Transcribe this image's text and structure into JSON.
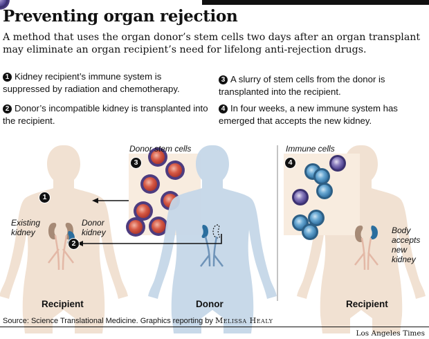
{
  "title": "Preventing organ rejection",
  "subtitle": "A method that uses the organ donor’s stem cells two days after an organ transplant may eliminate an organ recipient’s need for lifelong anti-rejection drugs.",
  "steps": [
    {
      "num": "1",
      "text": "Kidney recipient’s immune system is suppressed by radiation and chemotherapy."
    },
    {
      "num": "2",
      "text": "Donor’s incompatible kidney is transplanted into the recipient."
    },
    {
      "num": "3",
      "text": "A slurry of stem cells from the donor is transplanted into the recipient."
    },
    {
      "num": "4",
      "text": "In four weeks, a new immune system has emerged that accepts the new kidney."
    }
  ],
  "labels": {
    "donor_stem_cells": "Donor stem cells",
    "immune_cells": "Immune cells",
    "existing_kidney": "Existing kidney",
    "donor_kidney": "Donor kidney",
    "body_accepts": "Body accepts new kidney"
  },
  "captions": {
    "recipient_left": "Recipient",
    "donor": "Donor",
    "recipient_right": "Recipient"
  },
  "badges": {
    "b1": "1",
    "b2": "2",
    "b3": "3",
    "b4": "4"
  },
  "source": {
    "prefix": "Source: Science Translational Medicine. Graphics reporting by ",
    "name": "Melissa Healy"
  },
  "credit": "Los Angeles Times",
  "colors": {
    "recipient_body": "#f1e1d2",
    "donor_body": "#c5d7e8",
    "stem_cell_red": "#c9473a",
    "stem_cell_ring": "#4d3c7f",
    "immune_blue": "#4d95c4",
    "immune_purple": "#7162a8",
    "panel_bg": "#f8ecdf"
  }
}
